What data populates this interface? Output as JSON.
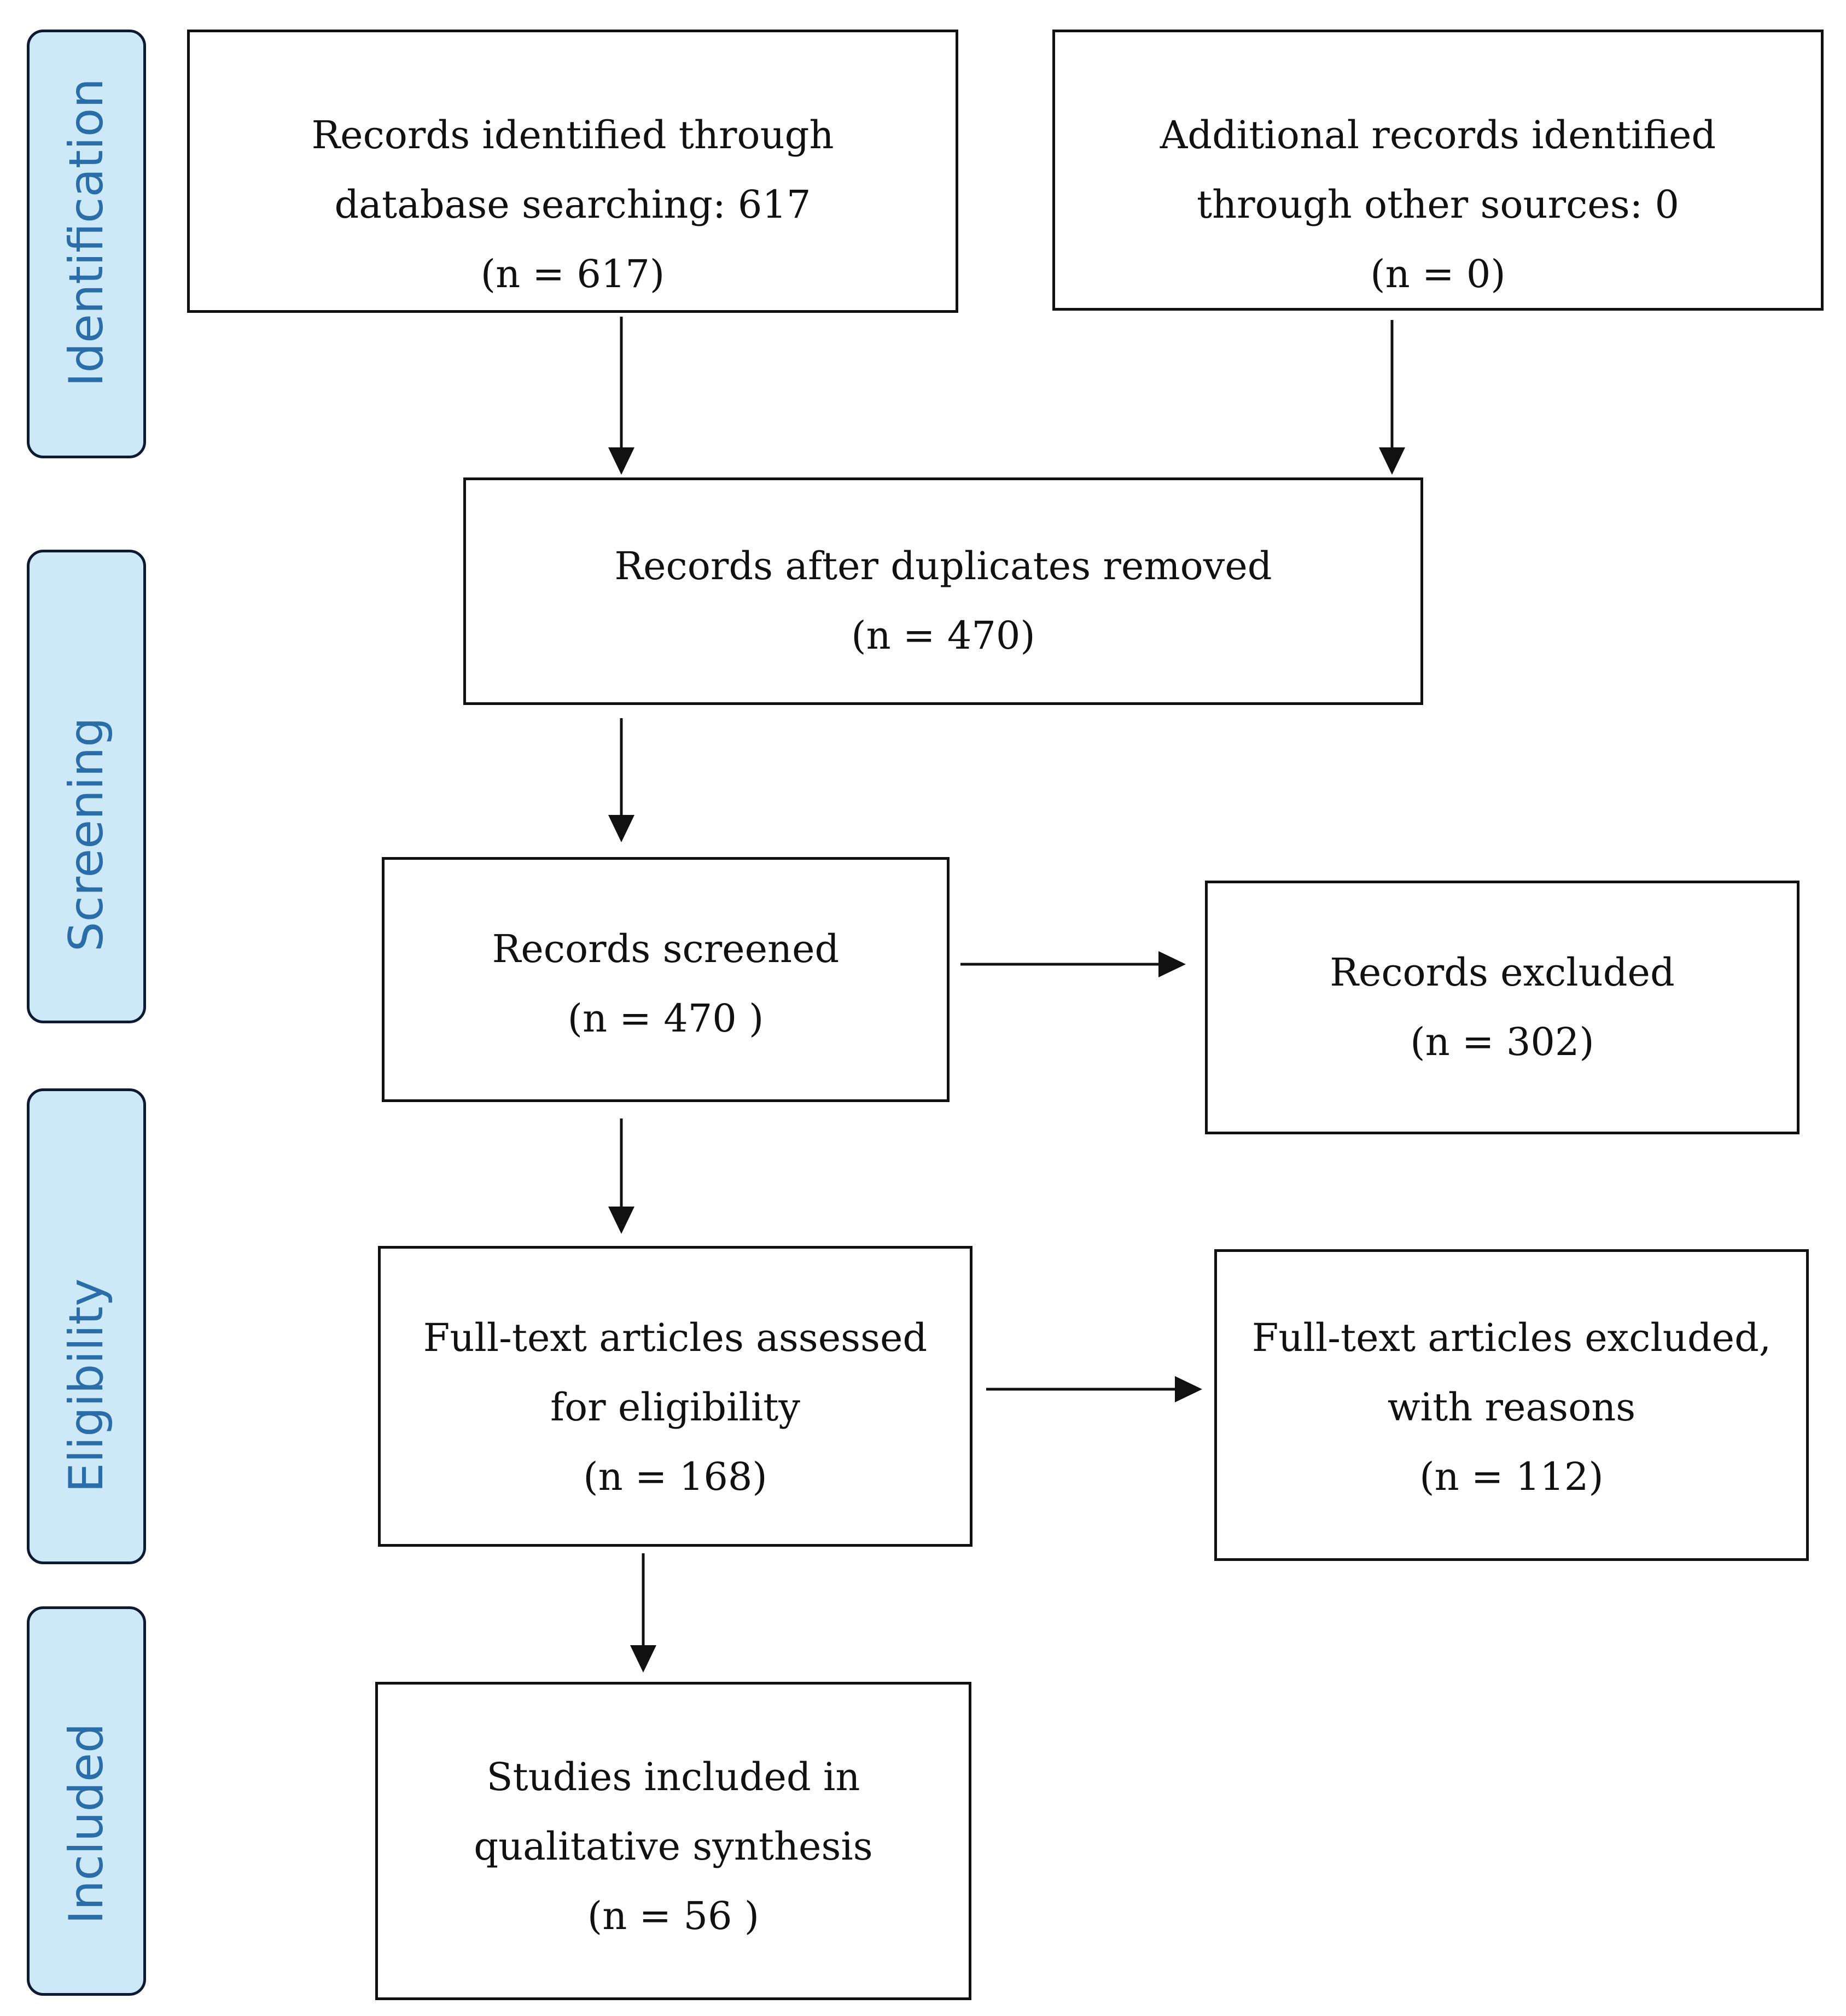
{
  "phases": {
    "identification": "Identification",
    "screening": "Screening",
    "eligibility": "Eligibility",
    "included": "Included"
  },
  "boxes": {
    "database_records": {
      "lines": [
        "Records identified through",
        "database searching: 617",
        "(n = 617)"
      ]
    },
    "other_sources": {
      "lines": [
        "Additional records identified",
        "through other sources: 0",
        "(n = 0)"
      ]
    },
    "after_duplicates": {
      "lines": [
        "Records after duplicates removed",
        "(n = 470)"
      ]
    },
    "screened": {
      "lines": [
        "Records screened",
        "(n = 470 )"
      ]
    },
    "excluded": {
      "lines": [
        "Records excluded",
        "(n = 302)"
      ]
    },
    "fulltext_assessed": {
      "lines": [
        "Full-text articles assessed",
        "for eligibility",
        "(n = 168)"
      ]
    },
    "fulltext_excluded": {
      "lines": [
        "Full-text articles excluded,",
        "with reasons",
        "(n = 112)"
      ]
    },
    "included_studies": {
      "lines": [
        "Studies included in",
        "qualitative synthesis",
        "(n = 56 )"
      ]
    }
  },
  "colors": {
    "phase_fill": "#cde8f7",
    "phase_text": "#2a6da8",
    "line": "#111111"
  }
}
